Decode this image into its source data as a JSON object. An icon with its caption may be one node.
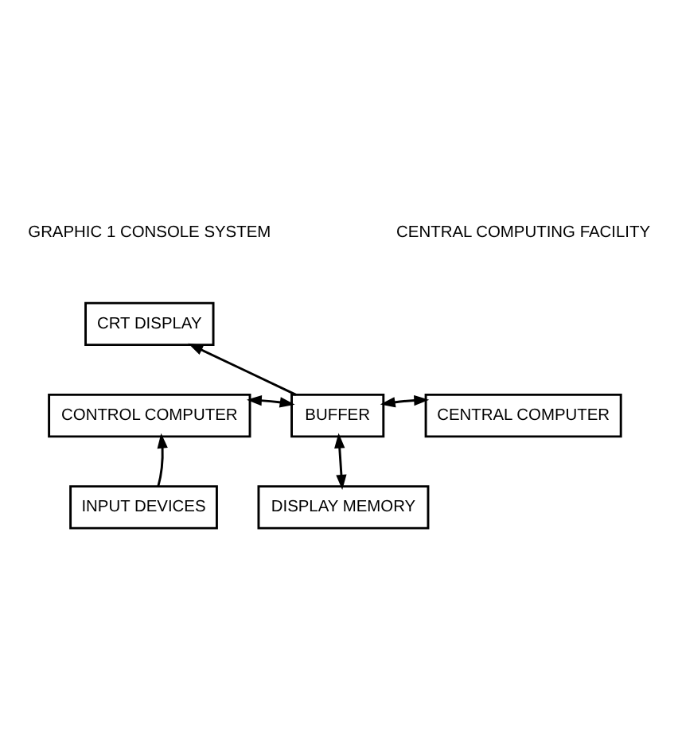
{
  "diagram": {
    "nodes": [
      {
        "text": [
          "CRT DISPLAY"
        ]
      },
      {
        "text": [
          "CONTROL COMPUTER"
        ]
      },
      {
        "text": [
          "BUFFER"
        ]
      },
      {
        "text": [
          "CENTRAL COMPUTER"
        ]
      },
      {
        "text": [
          "INPUT DEVICES"
        ]
      },
      {
        "text": [
          "DISPLAY MEMORY"
        ]
      }
    ],
    "edges": [
      {
        "from": 4,
        "to": 1,
        "arrow": "to"
      },
      {
        "from": 1,
        "to": 2,
        "arrow": "both"
      },
      {
        "from": 2,
        "to": 0,
        "arrow": "to"
      },
      {
        "from": 2,
        "to": 5,
        "arrow": "both"
      },
      {
        "from": 2,
        "to": 3,
        "arrow": "both"
      }
    ],
    "labels": [
      "GRAPHIC 1 CONSOLE SYSTEM",
      "CENTRAL COMPUTING FACILITY"
    ]
  }
}
